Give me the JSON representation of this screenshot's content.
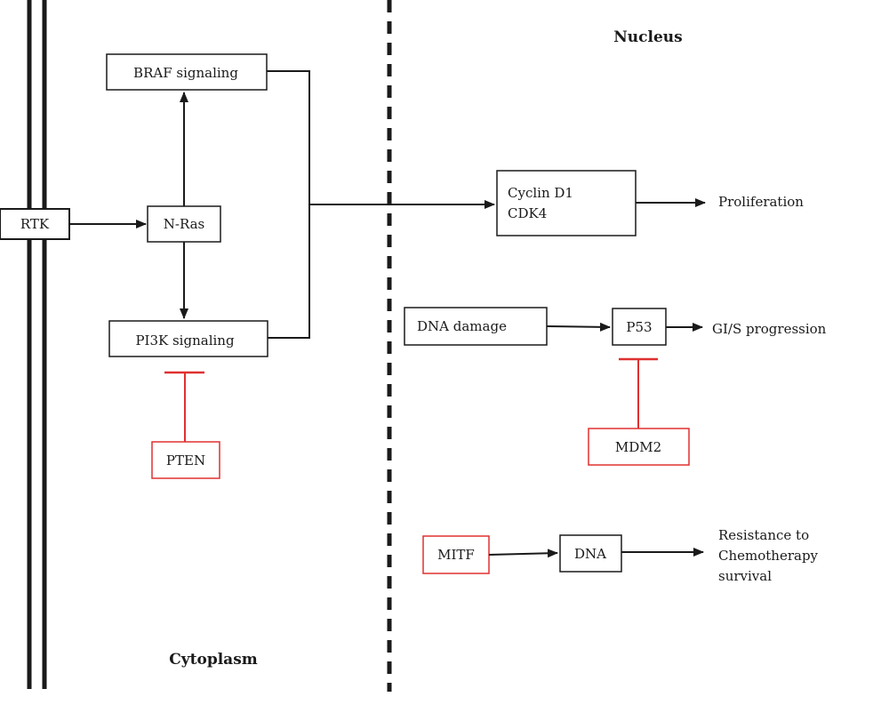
{
  "regions": {
    "nucleus": "Nucleus",
    "cytoplasm": "Cytoplasm"
  },
  "nodes": {
    "rtk": "RTK",
    "nras": "N-Ras",
    "braf": "BRAF signaling",
    "pi3k": "PI3K signaling",
    "pten": "PTEN",
    "cyclin_line1": "Cyclin D1",
    "cyclin_line2": "CDK4",
    "dna_damage": "DNA damage",
    "p53": "P53",
    "mdm2": "MDM2",
    "mitf": "MITF",
    "dna": "DNA"
  },
  "outcomes": {
    "proliferation": "Proliferation",
    "g1s": "GI/S progression",
    "resistance_line1": "Resistance to",
    "resistance_line2": "Chemotherapy",
    "resistance_line3": "survival"
  },
  "colors": {
    "line": "#1a1a1a",
    "inhibitor": "#e03030"
  }
}
